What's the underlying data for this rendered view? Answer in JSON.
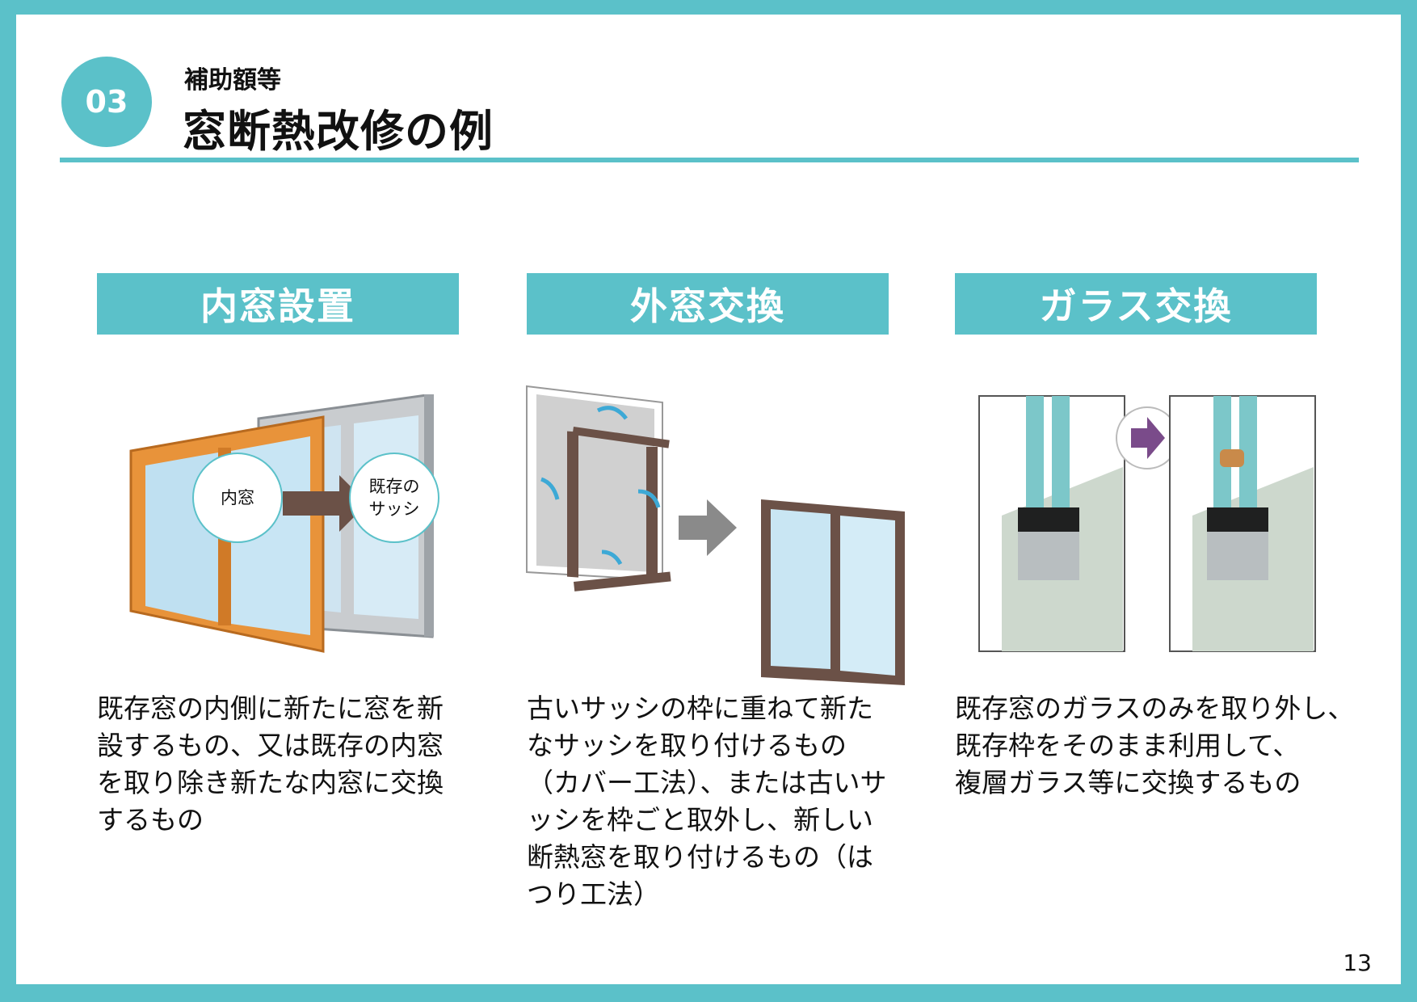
{
  "header": {
    "badge": "03",
    "subtitle": "補助額等",
    "title": "窓断熱改修の例"
  },
  "columns": [
    {
      "heading": "内窓設置",
      "labels": {
        "inner": "内窓",
        "existing_line1": "既存の",
        "existing_line2": "サッシ"
      },
      "description": "既存窓の内側に新たに窓を新設するもの、又は既存の内窓を取り除き新たな内窓に交換するもの"
    },
    {
      "heading": "外窓交換",
      "description": "古いサッシの枠に重ねて新たなサッシを取り付けるもの（カバー工法）、または古いサッシを枠ごと取外し、新しい断熱窓を取り付けるもの（はつり工法）"
    },
    {
      "heading": "ガラス交換",
      "description_lines": [
        "既存窓のガラスのみを取り外し、",
        "既存枠をそのまま利用して、",
        "複層ガラス等に交換するもの"
      ]
    }
  ],
  "footer": {
    "page_number": "13"
  },
  "colors": {
    "accent": "#5bc1c9",
    "frame_orange": "#e8933a",
    "frame_brown": "#6b5147",
    "arrow_purple": "#7a4b8a"
  }
}
